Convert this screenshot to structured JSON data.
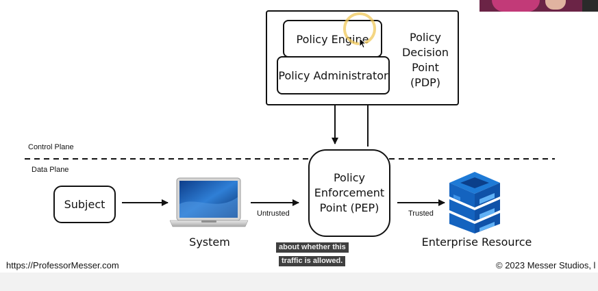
{
  "pdp": {
    "engine_label": "Policy Engine",
    "admin_label": "Policy Administrator",
    "title": "Policy\nDecision\nPoint\n(PDP)"
  },
  "planes": {
    "control_label": "Control Plane",
    "data_label": "Data Plane"
  },
  "flow": {
    "subject_label": "Subject",
    "system_label": "System",
    "untrusted_label": "Untrusted",
    "pep_label": "Policy\nEnforcement\nPoint (PEP)",
    "trusted_label": "Trusted",
    "resource_label": "Enterprise Resource"
  },
  "captions": {
    "line1": "about whether this",
    "line2": "traffic is allowed."
  },
  "footer": {
    "website": "https://ProfessorMesser.com",
    "copyright": "© 2023 Messer Studios, l"
  },
  "colors": {
    "server_blue": "#1565c0",
    "server_highlight": "#42a5f5",
    "cursor_highlight": "#f5d776"
  }
}
